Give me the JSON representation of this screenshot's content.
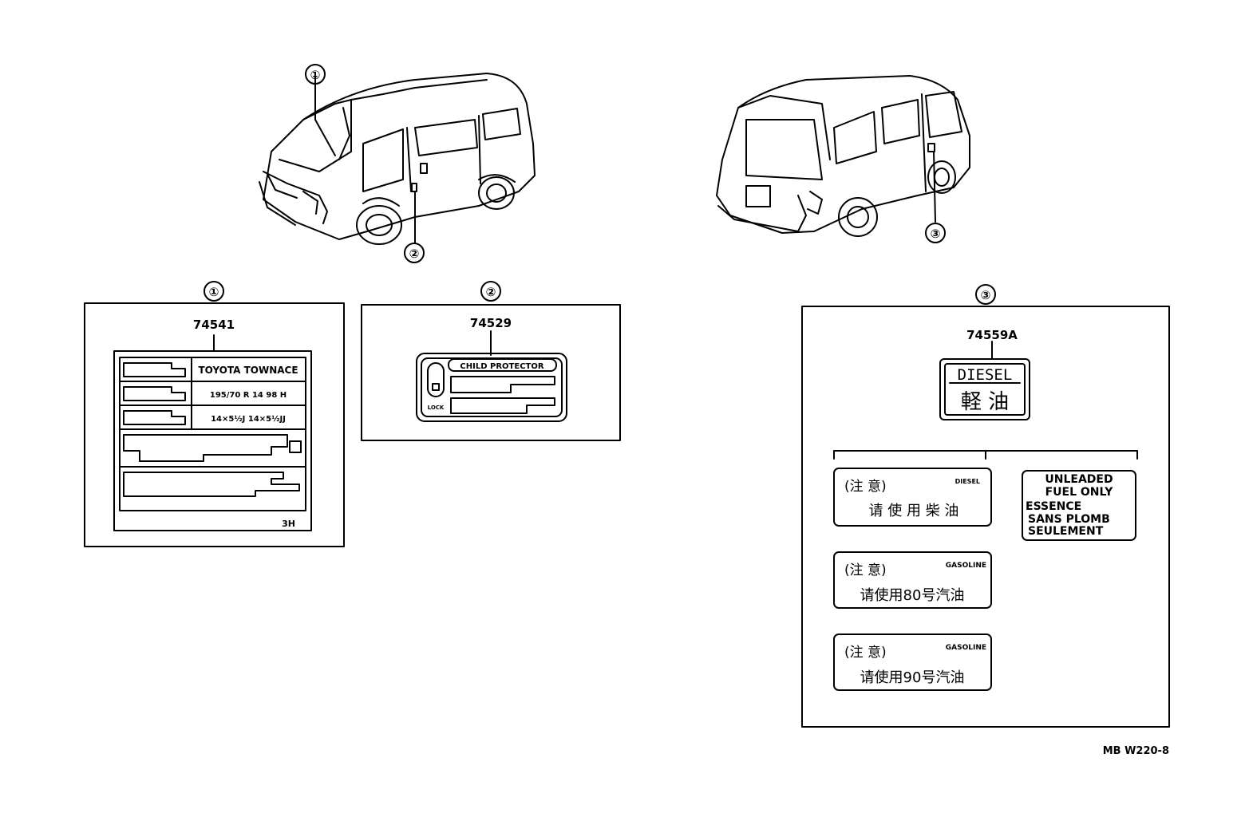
{
  "callouts": {
    "c1": "①",
    "c2": "②",
    "c3": "③"
  },
  "panel1": {
    "part_number": "74541",
    "rows": [
      "TOYOTA  TOWNACE",
      "195/70 R 14  98 H",
      "14×5½J    14×5½JJ"
    ],
    "corner_code": "3H"
  },
  "panel2": {
    "part_number": "74529",
    "title": "CHILD PROTECTOR",
    "lock_label": "LOCK"
  },
  "panel3": {
    "part_number": "74559A",
    "diesel_en": "DIESEL",
    "diesel_jp": "軽 油",
    "cn_diesel": {
      "caution": "(注 意)",
      "tag": "DIESEL",
      "text": "请 使 用 柴 油"
    },
    "cn_gas80": {
      "caution": "(注 意)",
      "tag": "GASOLINE",
      "text": "请使用80号汽油"
    },
    "cn_gas90": {
      "caution": "(注 意)",
      "tag": "GASOLINE",
      "text": "请使用90号汽油"
    },
    "unleaded": [
      "UNLEADED",
      "FUEL ONLY",
      "ESSENCE",
      "SANS PLOMB",
      "SEULEMENT"
    ]
  },
  "drawing_code": "MB W220-8"
}
